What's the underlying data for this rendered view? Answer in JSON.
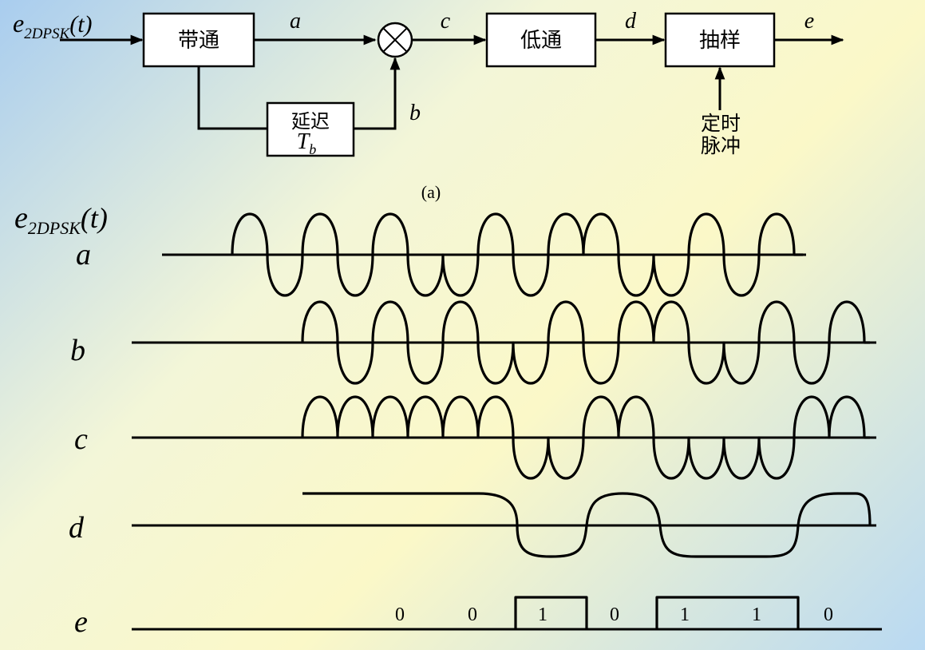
{
  "block_diagram": {
    "input_label": "e",
    "input_sub": "2DPSK",
    "input_arg": "(t)",
    "bandpass": "带通",
    "delay": "延迟",
    "delay_sym": "T",
    "delay_sub": "b",
    "lowpass": "低通",
    "sampler": "抽样",
    "timing_line1": "定时",
    "timing_line2": "脉冲",
    "sig_a": "a",
    "sig_b": "b",
    "sig_c": "c",
    "sig_d": "d",
    "sig_e": "e",
    "caption": "(a)"
  },
  "waveforms": {
    "label_main": "e",
    "label_main_sub": "2DPSK",
    "label_main_arg": "(t)",
    "label_a": "a",
    "label_b": "b",
    "label_c": "c",
    "label_d": "d",
    "label_e": "e",
    "bits": [
      "0",
      "0",
      "1",
      "0",
      "1",
      "1",
      "0"
    ]
  }
}
